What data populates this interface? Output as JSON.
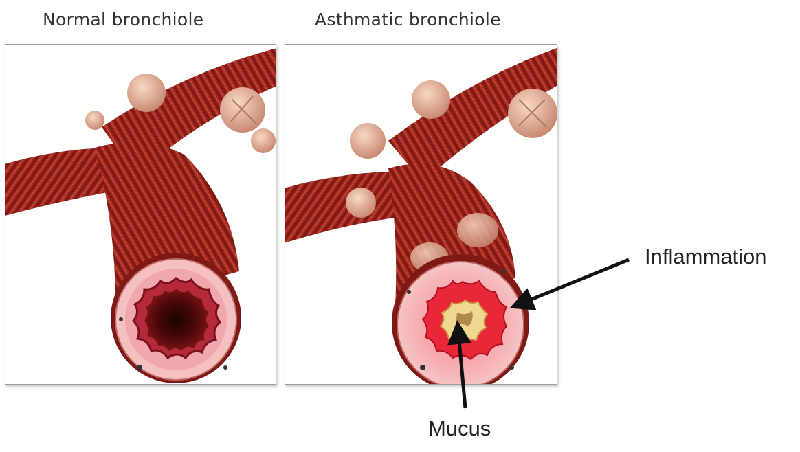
{
  "panels": {
    "normal": {
      "title": "Normal bronchiole"
    },
    "asthmatic": {
      "title": "Asthmatic bronchiole"
    }
  },
  "callouts": {
    "inflammation": "Inflammation",
    "mucus": "Mucus"
  },
  "colors": {
    "muscle": "#a5281f",
    "muscle_dark": "#6b1510",
    "alveolus": "#e8b49c",
    "wall_pink": "#f2b4b6",
    "lumen_dark": "#3a0606",
    "inflamed_red": "#e8283a",
    "mucus_yellow": "#f0d890",
    "arrow": "#111111"
  }
}
